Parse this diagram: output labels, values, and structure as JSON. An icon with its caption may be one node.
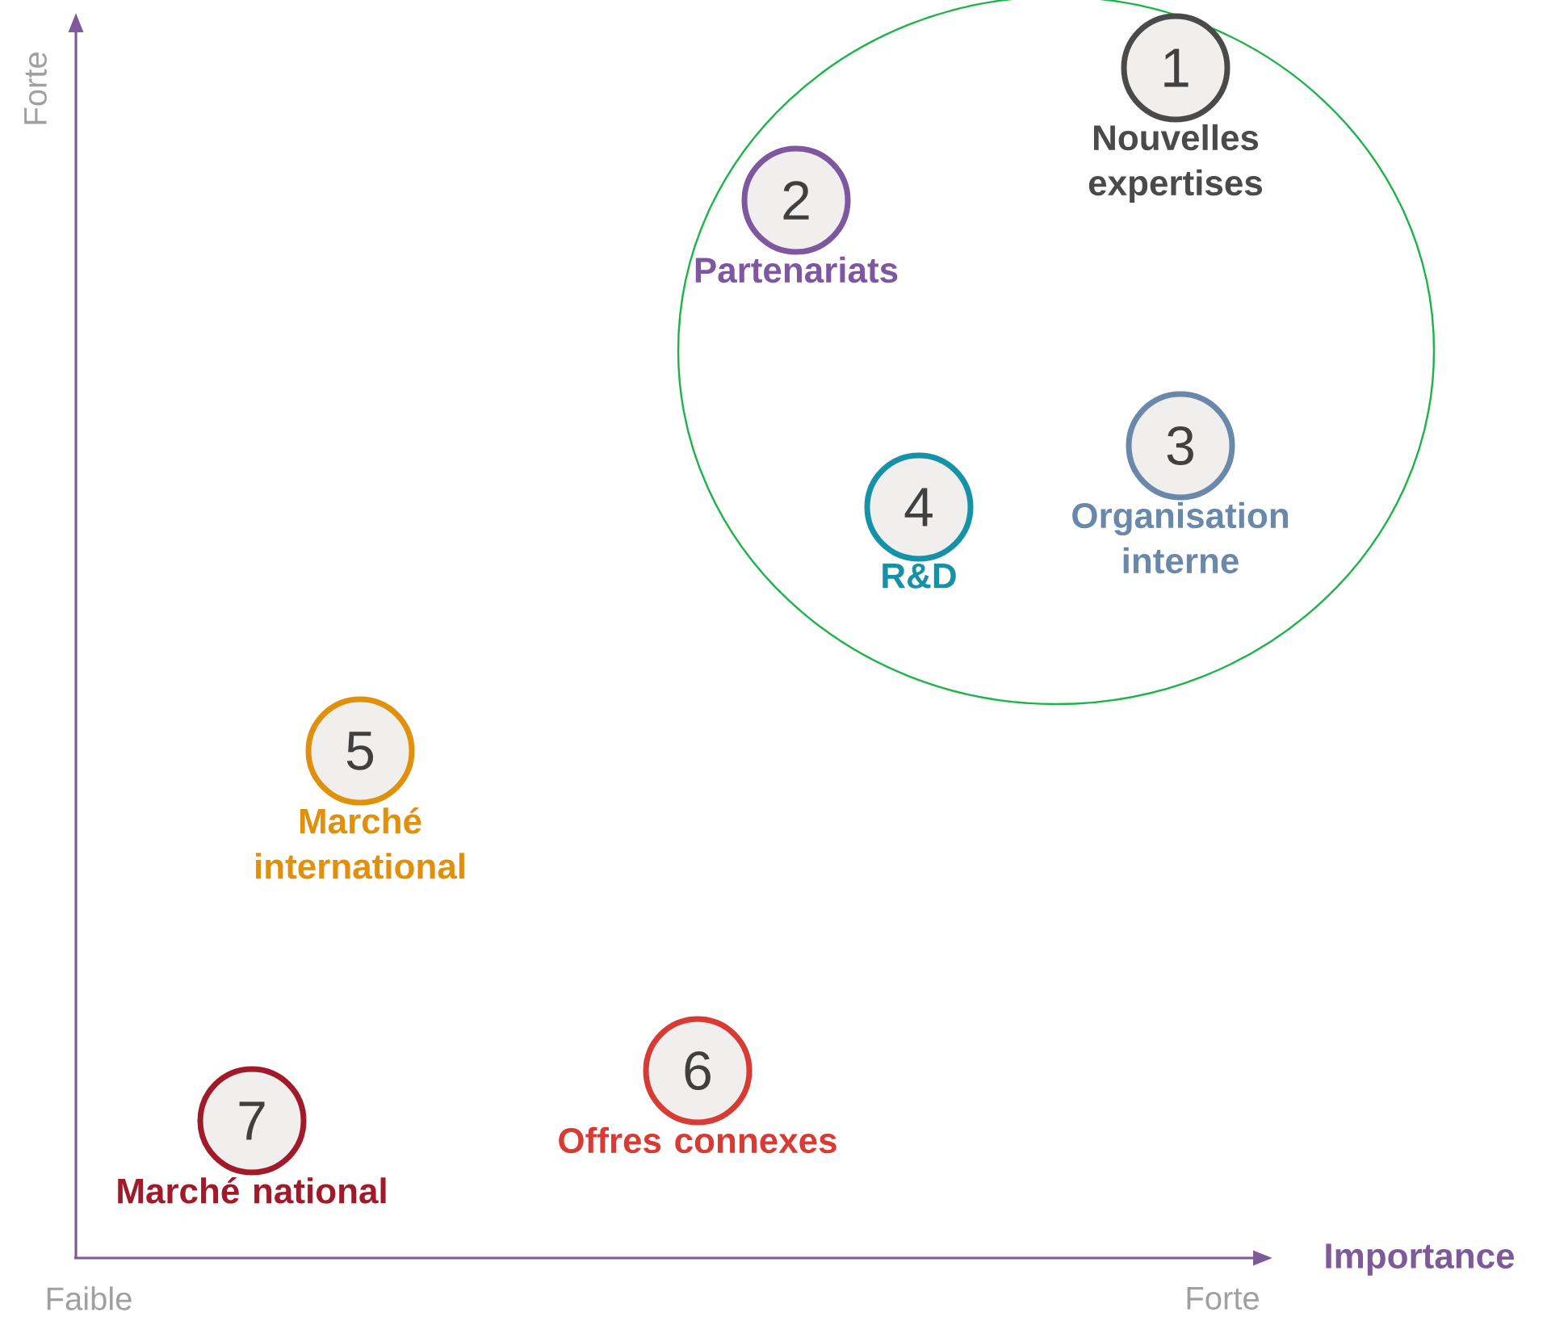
{
  "diagram": {
    "nodes": [
      {
        "text": [],
        "shape": "circle"
      },
      {
        "text": [
          "1",
          "Nouvelles expertises"
        ],
        "in": 0
      },
      {
        "text": [
          "2",
          "Partenariats"
        ],
        "in": 0
      },
      {
        "text": [
          "3",
          "Organisation interne"
        ],
        "in": 0
      },
      {
        "text": [
          "4",
          "R&D"
        ],
        "in": 0
      },
      {
        "text": [
          "5",
          "Marché international"
        ]
      },
      {
        "text": [
          "6",
          "Offres connexes"
        ]
      },
      {
        "text": [
          "7",
          "Marché national"
        ]
      }
    ],
    "labels": [
      "Forte",
      "Importance",
      "Faible",
      "Forte"
    ]
  }
}
